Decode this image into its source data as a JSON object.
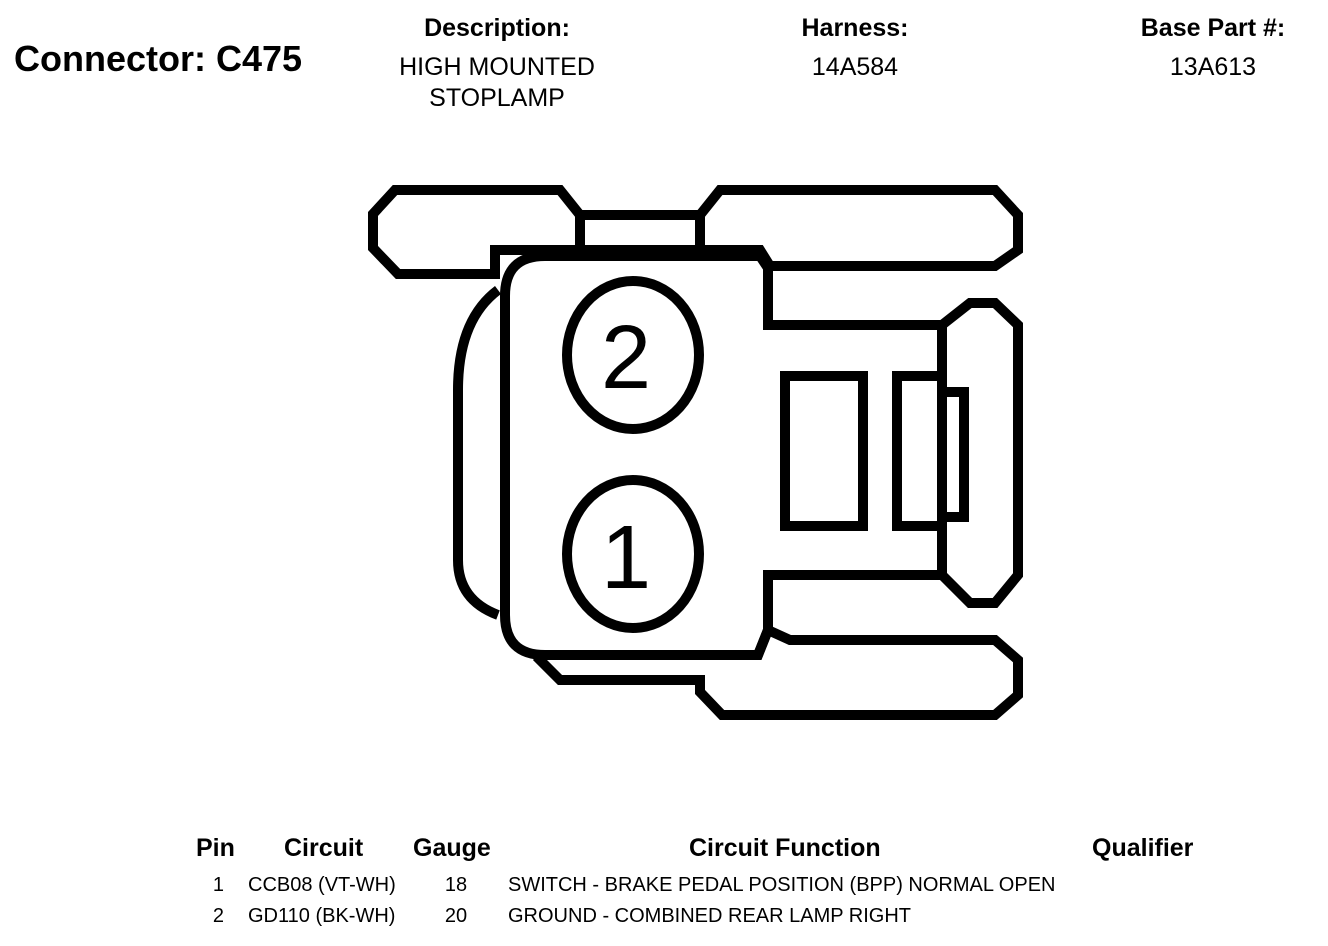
{
  "connector": {
    "title": "Connector: C475",
    "description_label": "Description:",
    "description_lines": [
      "HIGH MOUNTED",
      "STOPLAMP"
    ],
    "harness_label": "Harness:",
    "harness_value": "14A584",
    "base_part_label": "Base Part #:",
    "base_part_value": "13A613"
  },
  "diagram": {
    "pins": [
      {
        "label": "2"
      },
      {
        "label": "1"
      }
    ]
  },
  "table": {
    "headers": {
      "pin": "Pin",
      "circuit": "Circuit",
      "gauge": "Gauge",
      "function": "Circuit Function",
      "qualifier": "Qualifier"
    },
    "rows": [
      {
        "pin": "1",
        "circuit": "CCB08 (VT-WH)",
        "gauge": "18",
        "function": "SWITCH - BRAKE PEDAL POSITION (BPP) NORMAL OPEN",
        "qualifier": ""
      },
      {
        "pin": "2",
        "circuit": "GD110 (BK-WH)",
        "gauge": "20",
        "function": "GROUND - COMBINED REAR LAMP RIGHT",
        "qualifier": ""
      }
    ]
  }
}
